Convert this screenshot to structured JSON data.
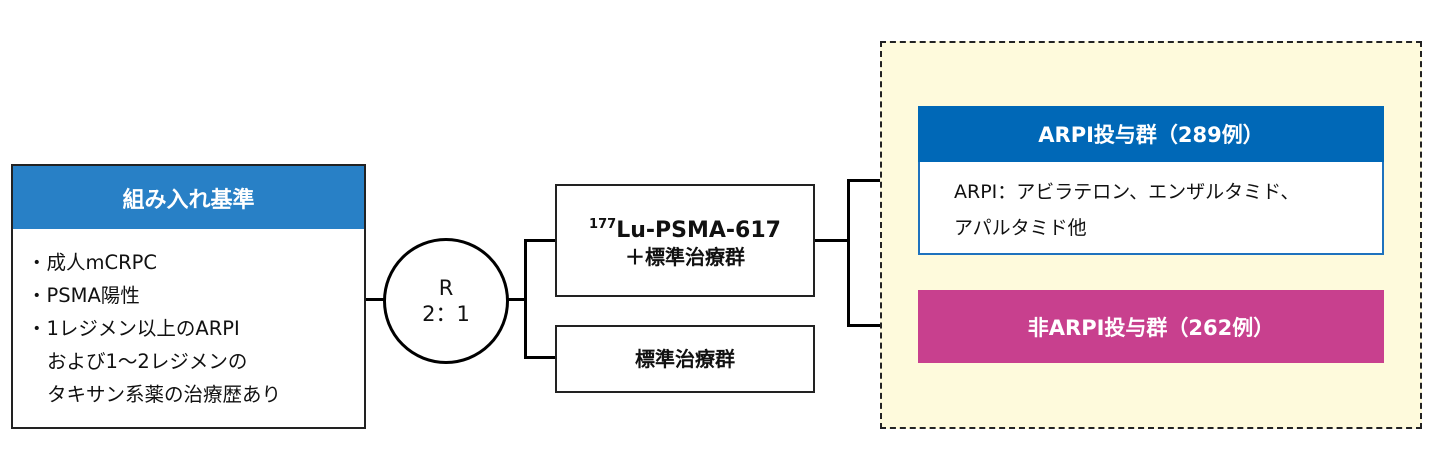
{
  "inclusion_criteria": {
    "title": "組み入れ基準",
    "items": [
      {
        "text": "・成人mCRPC"
      },
      {
        "text": "・PSMA陽性"
      },
      {
        "text": "・1レジメン以上のARPI"
      }
    ],
    "continuation_lines": [
      "および1〜2レジメンの",
      "タキサン系薬の治療歴あり"
    ],
    "header_color": "#2880C6"
  },
  "randomization": {
    "label": "R",
    "ratio": "2：1"
  },
  "arms": {
    "lu_psma": {
      "isotope_superscript": "177",
      "name": "Lu-PSMA-617",
      "line2": "＋標準治療群"
    },
    "standard": {
      "label": "標準治療群"
    }
  },
  "subgroups": {
    "background_color": "#FEFADC",
    "arpi": {
      "title": "ARPI投与群（289例）",
      "description_line1": "ARPI：アビラテロン、エンザルタミド、",
      "description_line2": "アパルタミド他",
      "color": "#0068B7"
    },
    "non_arpi": {
      "title": "非ARPI投与群（262例）",
      "color": "#C8408E"
    }
  }
}
